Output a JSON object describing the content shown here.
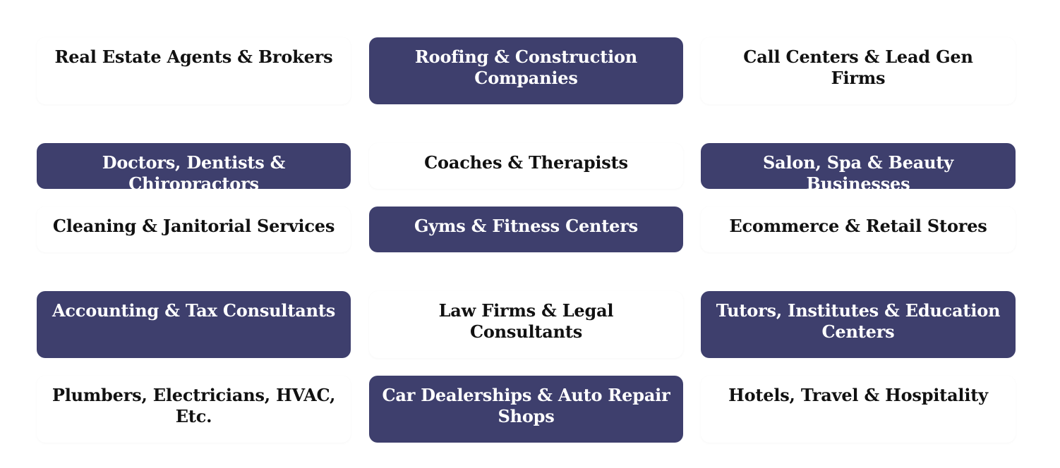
{
  "colors": {
    "accent": "#3e3f6d",
    "background": "#ffffff",
    "text_dark": "#111111",
    "text_light": "#ffffff"
  },
  "industries": [
    {
      "label": "Real Estate Agents & Brokers",
      "style": "light"
    },
    {
      "label": "Roofing & Construction Companies",
      "style": "dark"
    },
    {
      "label": "Call Centers & Lead Gen Firms",
      "style": "light"
    },
    {
      "label": "Doctors, Dentists & Chiropractors",
      "style": "dark"
    },
    {
      "label": "Coaches & Therapists",
      "style": "light"
    },
    {
      "label": "Salon, Spa & Beauty Businesses",
      "style": "dark"
    },
    {
      "label": "Cleaning & Janitorial Services",
      "style": "light"
    },
    {
      "label": "Gyms & Fitness Centers",
      "style": "dark"
    },
    {
      "label": "Ecommerce & Retail Stores",
      "style": "light"
    },
    {
      "label": "Accounting & Tax Consultants",
      "style": "dark"
    },
    {
      "label": "Law Firms & Legal Consultants",
      "style": "light"
    },
    {
      "label": "Tutors, Institutes & Education Centers",
      "style": "dark"
    },
    {
      "label": "Plumbers, Electricians, HVAC, Etc.",
      "style": "light"
    },
    {
      "label": "Car Dealerships & Auto Repair Shops",
      "style": "dark"
    },
    {
      "label": "Hotels, Travel & Hospitality",
      "style": "light"
    }
  ]
}
